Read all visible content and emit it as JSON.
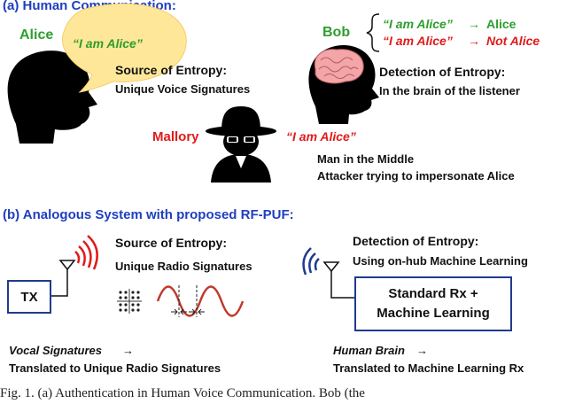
{
  "panel_a": {
    "title": "(a) Human Communication:",
    "alice": {
      "name": "Alice",
      "speech": "“I am Alice”"
    },
    "entropy_source": {
      "heading": "Source of Entropy:",
      "detail": "Unique Voice Signatures"
    },
    "bob": {
      "name": "Bob",
      "case1_quote": "“I am Alice”",
      "case1_arrow": "→",
      "case1_result": "Alice",
      "case2_quote": "“I am Alice”",
      "case2_arrow": "→",
      "case2_result": "Not Alice"
    },
    "entropy_detection": {
      "heading": "Detection of Entropy:",
      "detail": "In the brain of the listener"
    },
    "mallory": {
      "name": "Mallory",
      "speech": "“I am Alice”",
      "line1": "Man in the Middle",
      "line2": "Attacker trying to impersonate Alice"
    }
  },
  "panel_b": {
    "title": "(b) Analogous System with proposed RF-PUF:",
    "tx_label": "TX",
    "entropy_source": {
      "heading": "Source of Entropy:",
      "detail": "Unique Radio Signatures"
    },
    "entropy_detection": {
      "heading": "Detection of Entropy:",
      "detail": "Using on-hub Machine Learning"
    },
    "rx_box": {
      "line1": "Standard Rx +",
      "line2": "Machine Learning"
    },
    "vocal": {
      "label": "Vocal Signatures",
      "arrow": "→",
      "detail": "Translated to Unique Radio Signatures"
    },
    "brain": {
      "label": "Human Brain",
      "arrow": "→",
      "detail": "Translated to Machine Learning Rx"
    }
  },
  "caption": "Fig. 1.   (a)  Authentication in  Human  Voice  Communication.  Bob  (the",
  "colors": {
    "heading_blue": "#1f3fbf",
    "alice_green": "#2e9e2e",
    "alert_red": "#e01b1b",
    "bubble_yellow": "#ffe79a"
  },
  "icons": [
    "alice-head-silhouette",
    "speech-bubble",
    "bob-head-with-brain",
    "mallory-spy-figure",
    "antenna-icon",
    "radio-waves",
    "constellation-icon",
    "sine-wave"
  ]
}
